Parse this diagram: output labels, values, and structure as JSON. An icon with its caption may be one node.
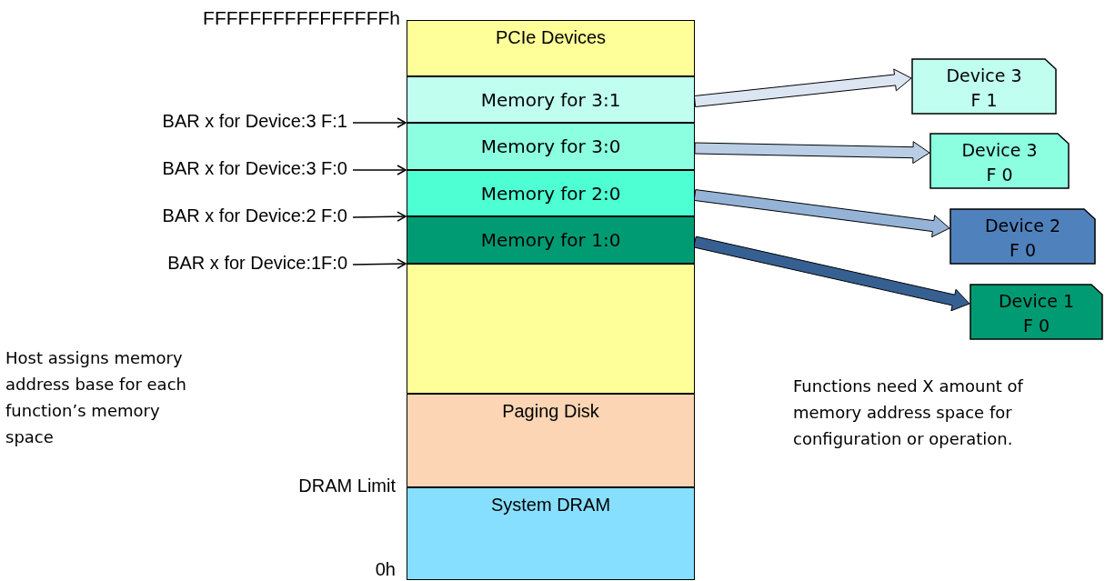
{
  "diagram": {
    "nodes": [
      {
        "text": [
          "PCIe Devices"
        ]
      },
      {
        "text": [
          "Memory for 3:1"
        ]
      },
      {
        "text": [
          "Memory for 3:0"
        ]
      },
      {
        "text": [
          "Memory for 2:0"
        ]
      },
      {
        "text": [
          "Memory for 1:0"
        ]
      },
      {
        "text": [],
        "shape": "box"
      },
      {
        "text": [
          "Paging Disk"
        ]
      },
      {
        "text": [
          "System DRAM"
        ]
      },
      {
        "text": [
          "Device 3 F 1"
        ]
      },
      {
        "text": [
          "Device 3 F 0"
        ]
      },
      {
        "text": [
          "Device 2 F 0"
        ]
      },
      {
        "text": [
          "Device 1 F 0"
        ]
      },
      {
        "text": [
          "BAR x for Device:3 F:1"
        ]
      },
      {
        "text": [
          "BAR x for Device:3 F:0"
        ]
      },
      {
        "text": [
          "BAR x for Device:2 F:0"
        ]
      },
      {
        "text": [
          "BAR x for Device:1F:0"
        ]
      }
    ],
    "edges": [
      {
        "from": 1,
        "to": 8,
        "arrow": "to",
        "style": "thick",
        "color": "#dce6f2"
      },
      {
        "from": 2,
        "to": 9,
        "arrow": "to",
        "style": "thick",
        "color": "#b9cde5"
      },
      {
        "from": 3,
        "to": 10,
        "arrow": "to",
        "style": "thick",
        "color": "#95b3d7"
      },
      {
        "from": 4,
        "to": 11,
        "arrow": "to",
        "style": "thick",
        "color": "#376092"
      },
      {
        "from": 12,
        "to": 1,
        "arrow": "to"
      },
      {
        "from": 13,
        "to": 2,
        "arrow": "to"
      },
      {
        "from": 14,
        "to": 3,
        "arrow": "to"
      },
      {
        "from": 15,
        "to": 4,
        "arrow": "to"
      }
    ],
    "labels": [
      "FFFFFFFFFFFFFFFFh",
      "Host assigns memory address base for each function’s memory space",
      "Functions need X amount of memory address space for configuration or operation.",
      "DRAM Limit",
      "0h"
    ]
  }
}
